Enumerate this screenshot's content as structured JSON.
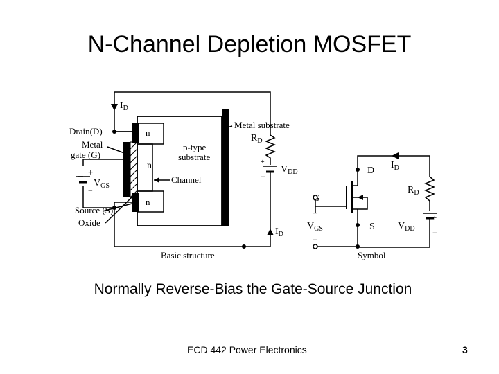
{
  "slide": {
    "title": "N-Channel Depletion MOSFET",
    "subtitle": "Normally Reverse-Bias the Gate-Source Junction",
    "footer": "ECD 442 Power Electronics",
    "page_number": "3"
  },
  "structure": {
    "caption": "Basic structure",
    "i_d_top": "I",
    "i_d_top_sub": "D",
    "drain_label": "Drain(D)",
    "metal_gate_line1": "Metal",
    "metal_gate_line2": "gate (G)",
    "n_plus_top": "n",
    "n_plus_top_sup": "+",
    "n_region": "n",
    "n_plus_bottom": "n",
    "n_plus_bottom_sup": "+",
    "p_type_line1": "p-type",
    "p_type_line2": "substrate",
    "channel_label": "Channel",
    "metal_substrate": "Metal substrate",
    "rd": "R",
    "rd_sub": "D",
    "vdd": "V",
    "vdd_sub": "DD",
    "vgs_plus": "+",
    "vgs": "V",
    "vgs_sub": "GS",
    "vgs_minus": "−",
    "source_label": "Source (S)",
    "oxide_label": "Oxide",
    "i_d_bottom": "I",
    "i_d_bottom_sub": "D",
    "batt_plus": "+",
    "batt_minus": "−"
  },
  "symbol": {
    "caption": "Symbol",
    "d": "D",
    "s": "S",
    "g": "G",
    "i_d": "I",
    "i_d_sub": "D",
    "rd": "R",
    "rd_sub": "D",
    "vdd": "V",
    "vdd_sub": "DD",
    "vgs": "V",
    "vgs_sub": "GS",
    "plus": "+",
    "minus": "−",
    "batt_plus": "+",
    "batt_minus": "−"
  }
}
